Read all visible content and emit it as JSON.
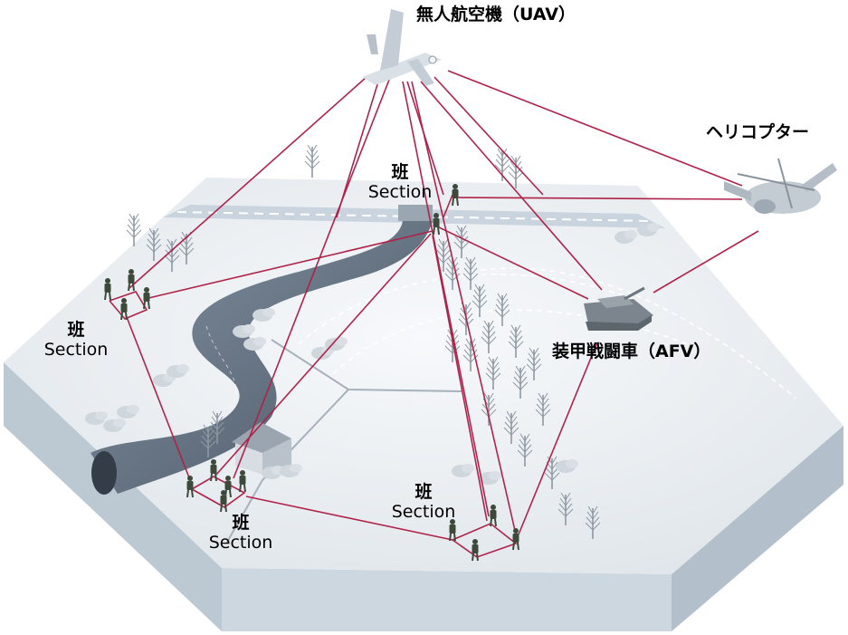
{
  "labels": {
    "uav": "無人航空機（UAV）",
    "helicopter": "ヘリコプター",
    "afv": "装甲戦闘車（AFV）",
    "section_jp": "班",
    "section_en": "Section"
  },
  "colors": {
    "link": "#b0224a",
    "ground": "#e8ecf0",
    "slab_side": "#c5d0d9",
    "road": "#c9d4df",
    "river": "#5b6675",
    "vehicle": "#8e969e"
  }
}
